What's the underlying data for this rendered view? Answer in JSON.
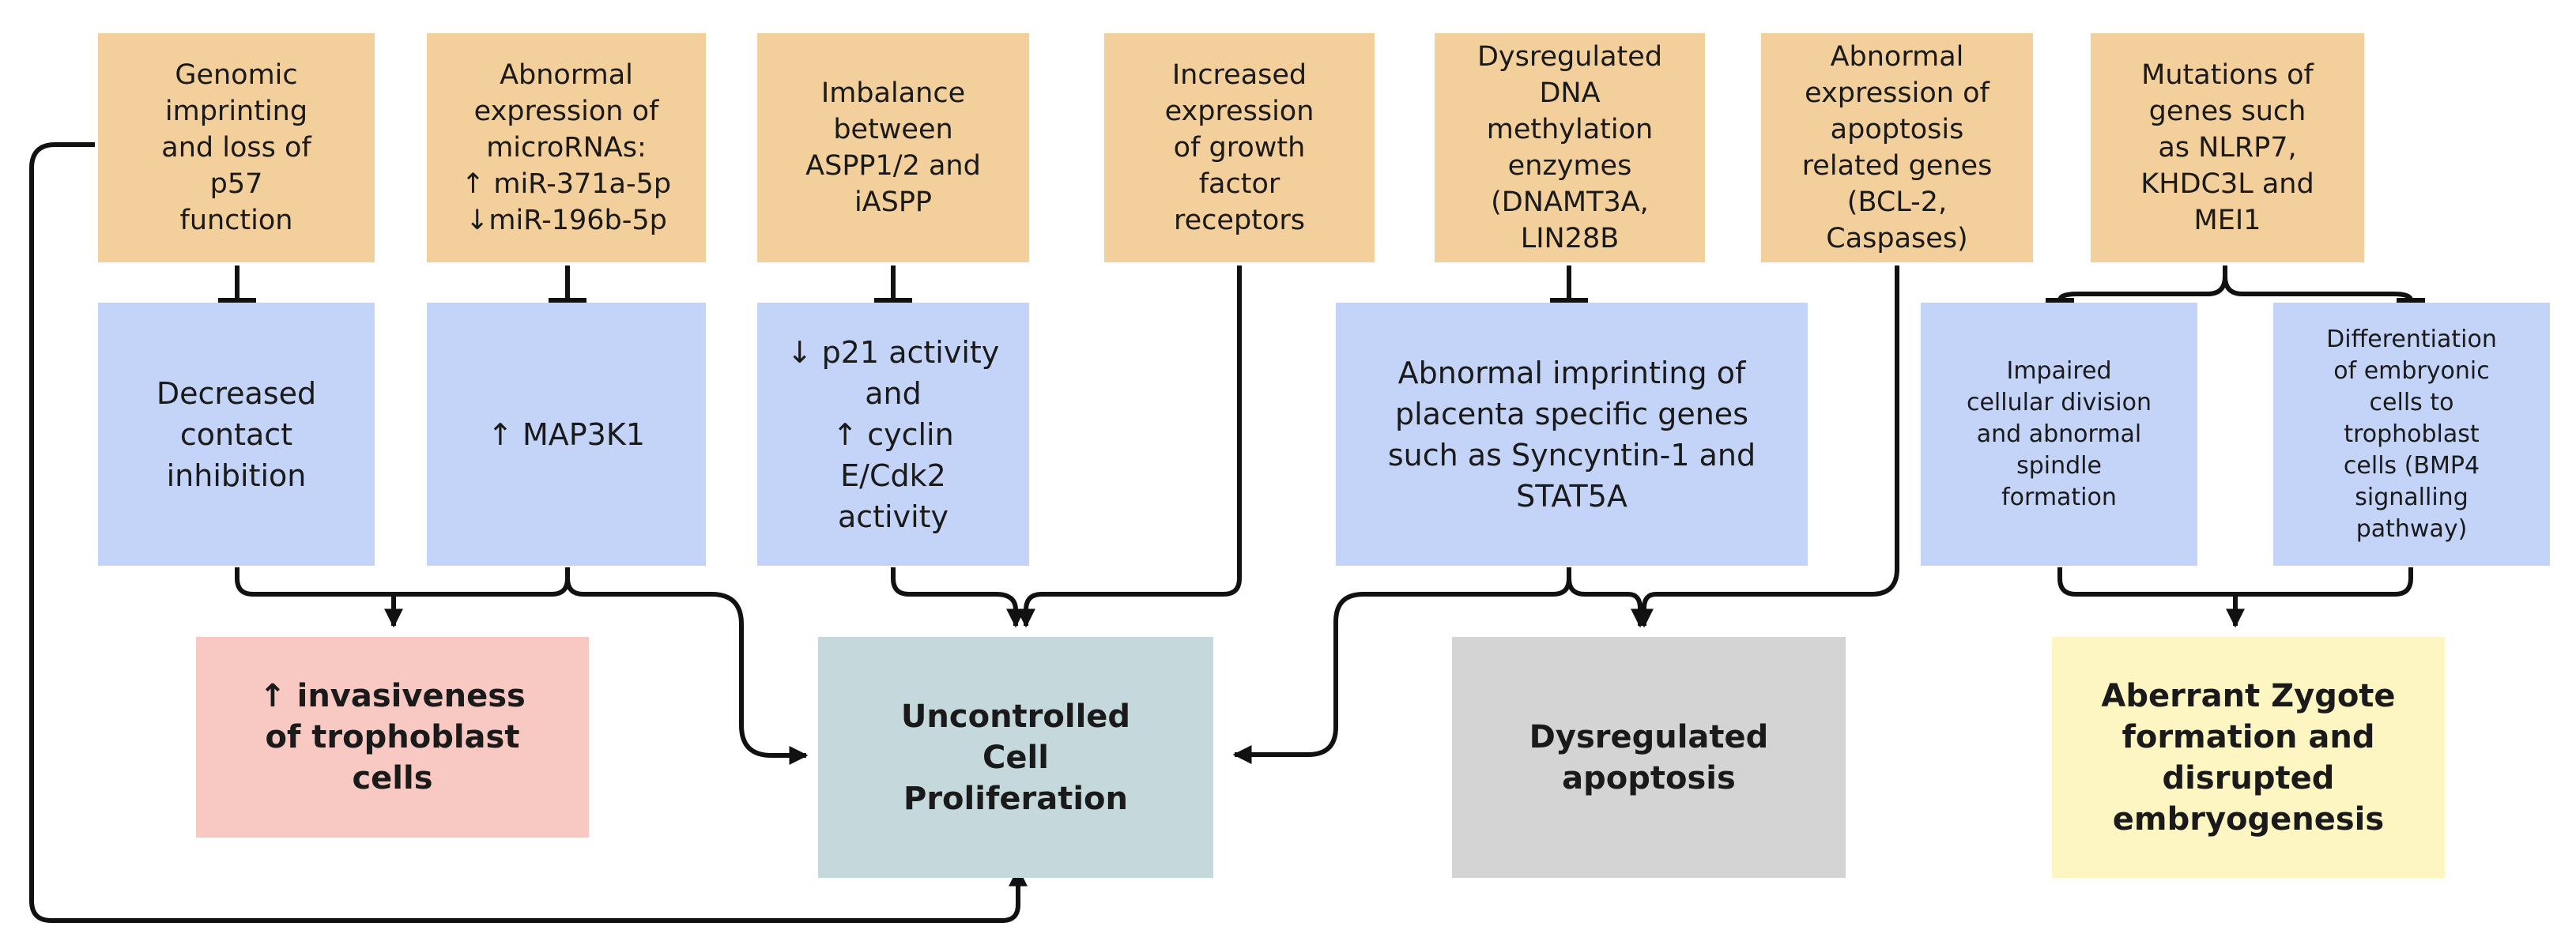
{
  "causes": [
    {
      "text": "Genomic\nimprinting\nand loss of\np57\nfunction"
    },
    {
      "text": "Abnormal\nexpression of\nmicroRNAs:\n↑ miR-371a-5p\n↓miR-196b-5p"
    },
    {
      "text": "Imbalance\nbetween\nASPP1/2 and\niASPP"
    },
    {
      "text": "Increased\nexpression\nof growth\nfactor\nreceptors"
    },
    {
      "text": "Dysregulated\nDNA\nmethylation\nenzymes\n(DNAMT3A,\nLIN28B"
    },
    {
      "text": "Abnormal\nexpression of\napoptosis\nrelated genes\n(BCL-2,\nCaspases)"
    },
    {
      "text": "Mutations of\ngenes such\nas NLRP7,\nKHDC3L and\nMEI1"
    }
  ],
  "effects": [
    {
      "text": "Decreased\ncontact\ninhibition"
    },
    {
      "text": "↑ MAP3K1"
    },
    {
      "text": "↓ p21 activity\nand\n↑ cyclin\nE/Cdk2\nactivity"
    },
    {
      "text": "Abnormal imprinting of\nplacenta specific genes\nsuch as Syncyntin-1 and\nSTAT5A"
    },
    {
      "text": "Impaired\ncellular division\nand abnormal\nspindle\nformation"
    },
    {
      "text": "Differentiation\nof embryonic\ncells to\ntrophoblast\ncells (BMP4\nsignalling\npathway)"
    }
  ],
  "outcomes": [
    {
      "text": "↑ invasiveness\nof trophoblast\ncells",
      "color": "#f8c8c2"
    },
    {
      "text": "Uncontrolled\nCell\nProliferation",
      "color": "#c5d8dc"
    },
    {
      "text": "Dysregulated\napoptosis",
      "color": "#d4d4d4"
    },
    {
      "text": "Aberrant Zygote\nformation and\ndisrupted\nembryogenesis",
      "color": "#fdf6c2"
    }
  ],
  "colors": {
    "cause": "#f2cf9b",
    "effect": "#c4d4f8",
    "line": "#111111"
  }
}
